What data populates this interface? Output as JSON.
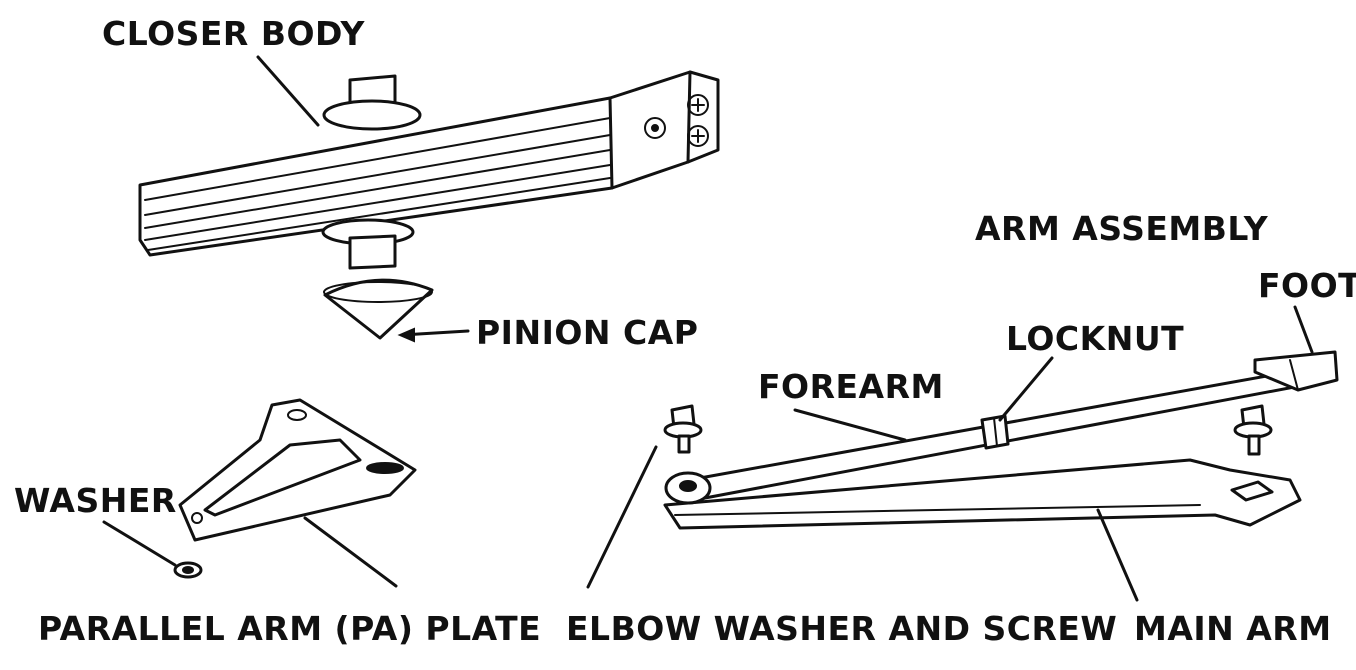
{
  "labels": {
    "closer_body": "CLOSER BODY",
    "pinion_cap": "PINION CAP",
    "arm_assembly": "ARM ASSEMBLY",
    "foot": "FOOT",
    "locknut": "LOCKNUT",
    "forearm": "FOREARM",
    "washer": "WASHER",
    "pa_plate": "PARALLEL ARM (PA) PLATE",
    "elbow_washer_screw": "ELBOW WASHER AND SCREW",
    "main_arm": "MAIN ARM"
  },
  "colors": {
    "ink": "#111111",
    "paper": "#ffffff"
  }
}
